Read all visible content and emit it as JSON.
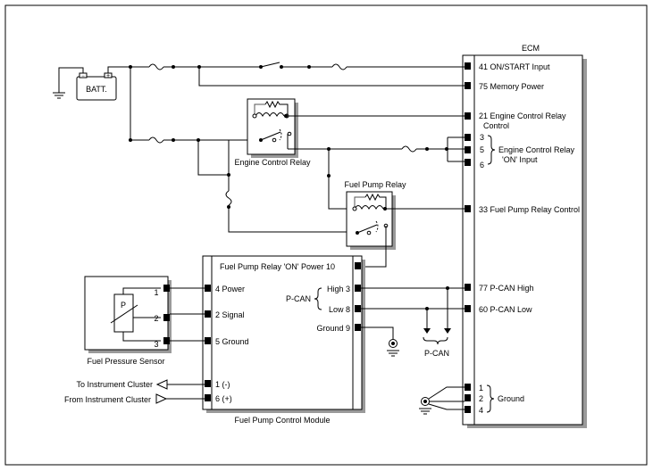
{
  "ecm": {
    "title": "ECM",
    "pin41": "41 ON/START Input",
    "pin75": "75 Memory Power",
    "pin21_line1": "21 Engine Control Relay",
    "pin21_line2": "Control",
    "pin3": "3",
    "pin5": "5",
    "pin6": "6",
    "ecr_on_line1": "Engine Control Relay",
    "ecr_on_line2": "'ON' Input",
    "pin33": "33 Fuel Pump Relay Control",
    "pin77": "77 P-CAN High",
    "pin60": "60 P-CAN Low",
    "gnd1": "1",
    "gnd2": "2",
    "gnd4": "4",
    "ground_label": "Ground"
  },
  "battery": {
    "label": "BATT.",
    "neg": "−",
    "pos": "+"
  },
  "engine_relay": {
    "label": "Engine Control Relay"
  },
  "fuel_pump_relay": {
    "label": "Fuel Pump Relay"
  },
  "sensor": {
    "label": "Fuel Pressure Sensor",
    "symbol": "P",
    "pin1": "1",
    "pin2": "2",
    "pin3": "3"
  },
  "fpcm": {
    "label": "Fuel Pump Control Module",
    "relay_on_power": "Fuel Pump Relay 'ON' Power 10",
    "power": "4 Power",
    "signal": "2 Signal",
    "ground5": "5 Ground",
    "pcan": "P-CAN",
    "high3": "High 3",
    "low8": "Low 8",
    "ground9": "Ground 9",
    "pin1": "1 (-)",
    "pin6": "6 (+)"
  },
  "pcan_bus": {
    "label": "P-CAN"
  },
  "cluster": {
    "to": "To Instrument Cluster",
    "from": "From Instrument Cluster"
  }
}
